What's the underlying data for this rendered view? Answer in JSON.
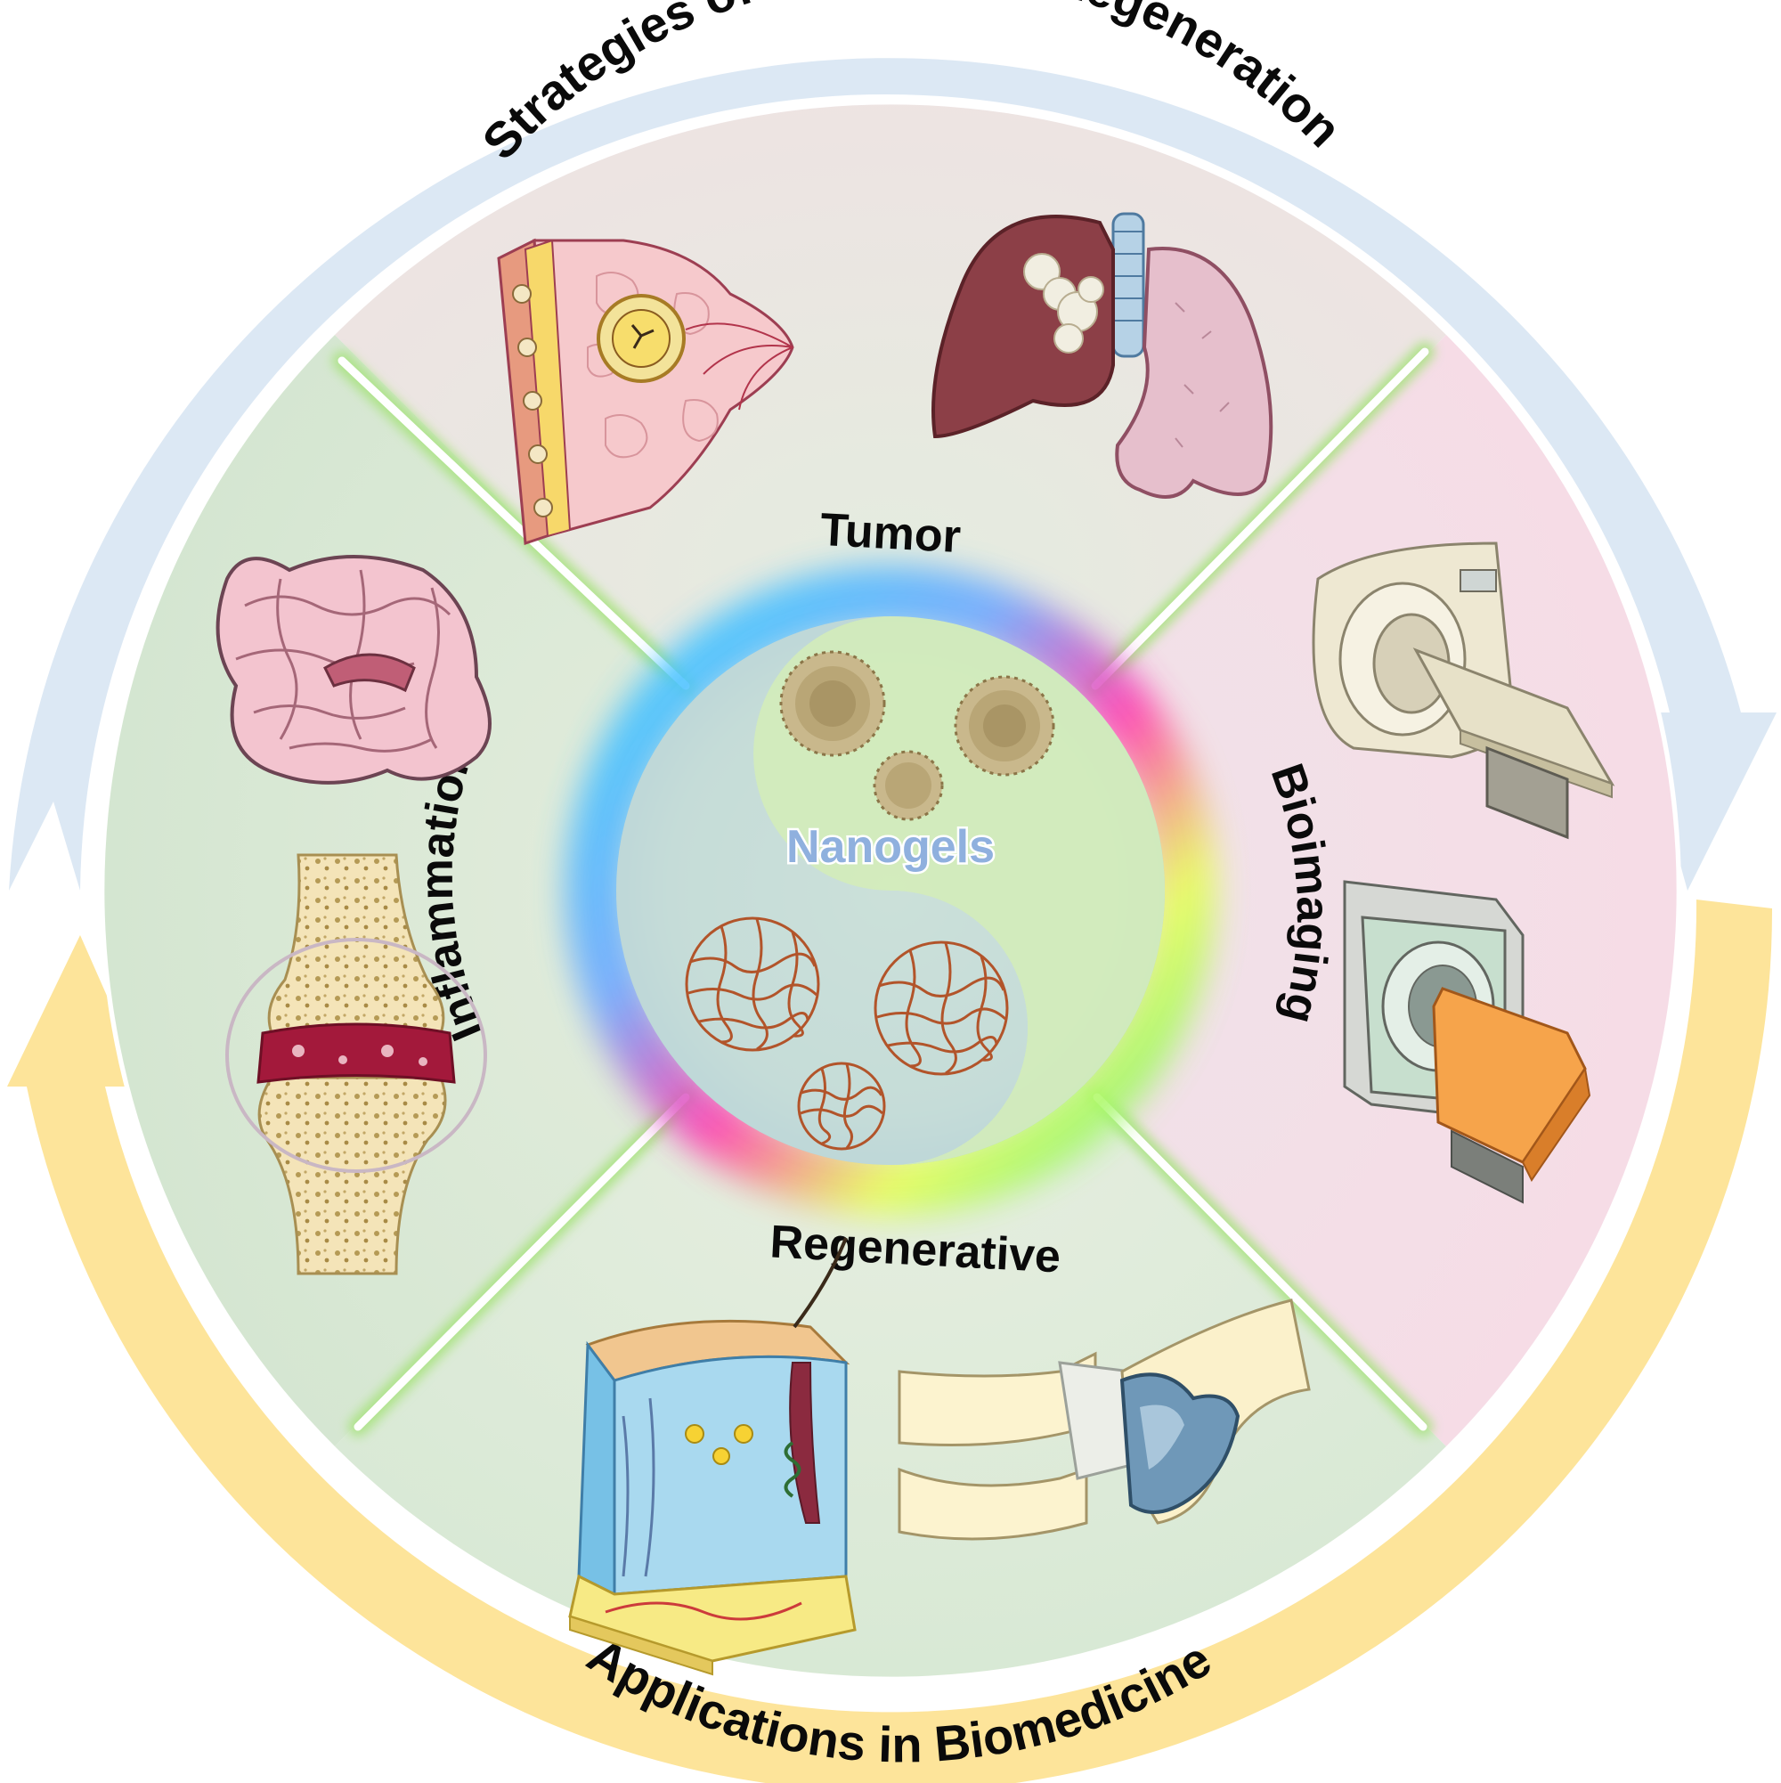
{
  "top_arc_label": "Strategies of Design and Regeneration",
  "bottom_arc_label": "Applications in Biomedicine",
  "center_label": "Nanogels",
  "sectors": {
    "top": "Tumor",
    "right": "Bioimaging",
    "bottom": "Regenerative",
    "left": "Inflammation"
  },
  "colors": {
    "top_arrow": "#dce8f4",
    "bottom_arrow": "#fde49a",
    "divider_glow": "#a6e27c",
    "sector_top": "#ece4e2",
    "sector_right": "#f4dde6",
    "sector_bottom": "#d9e8d4",
    "sector_left": "#d7e6d2"
  },
  "icons": [
    "breast-tumor-icon",
    "lung-tumor-icon",
    "mri-scanner-icon",
    "ct-scanner-icon",
    "skin-tissue-icon",
    "knee-joint-icon",
    "intestine-icon",
    "arthritic-joint-icon",
    "fibrous-nanogel-icon",
    "network-nanogel-icon"
  ]
}
